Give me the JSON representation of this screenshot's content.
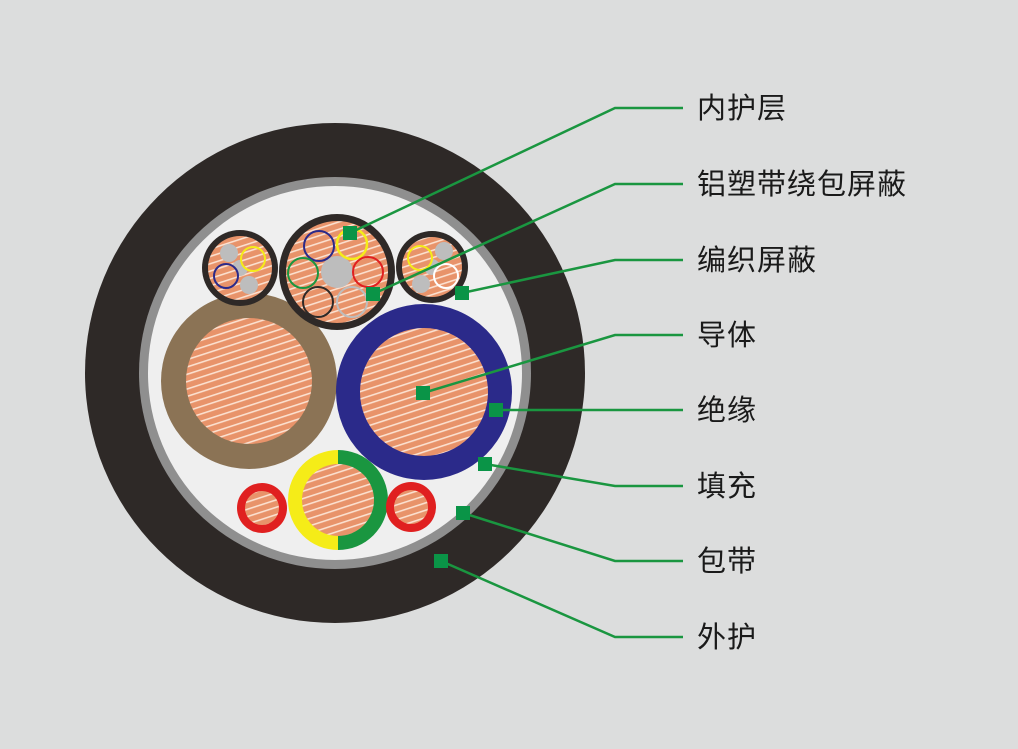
{
  "labels": {
    "inner_sheath": "内护层",
    "aluminum_plastic_shield": "铝塑带绕包屏蔽",
    "braided_shield": "编织屏蔽",
    "conductor": "导体",
    "insulation": "绝缘",
    "filler": "填充",
    "wrapping_tape": "包带",
    "outer_sheath": "外护"
  },
  "colors": {
    "background": "#dcdddd",
    "outer_sheath": "#2e2927",
    "wrapping_tape": "#8f8f8f",
    "filler": "#efefef",
    "copper": "#e8936a",
    "insulation_brown": "#8b7355",
    "insulation_blue": "#2b2a8a",
    "insulation_red": "#e02020",
    "ground_yellow": "#f5ec18",
    "ground_green": "#1a9640",
    "leader_line": "#1a9640",
    "marker": "#0a9447"
  }
}
